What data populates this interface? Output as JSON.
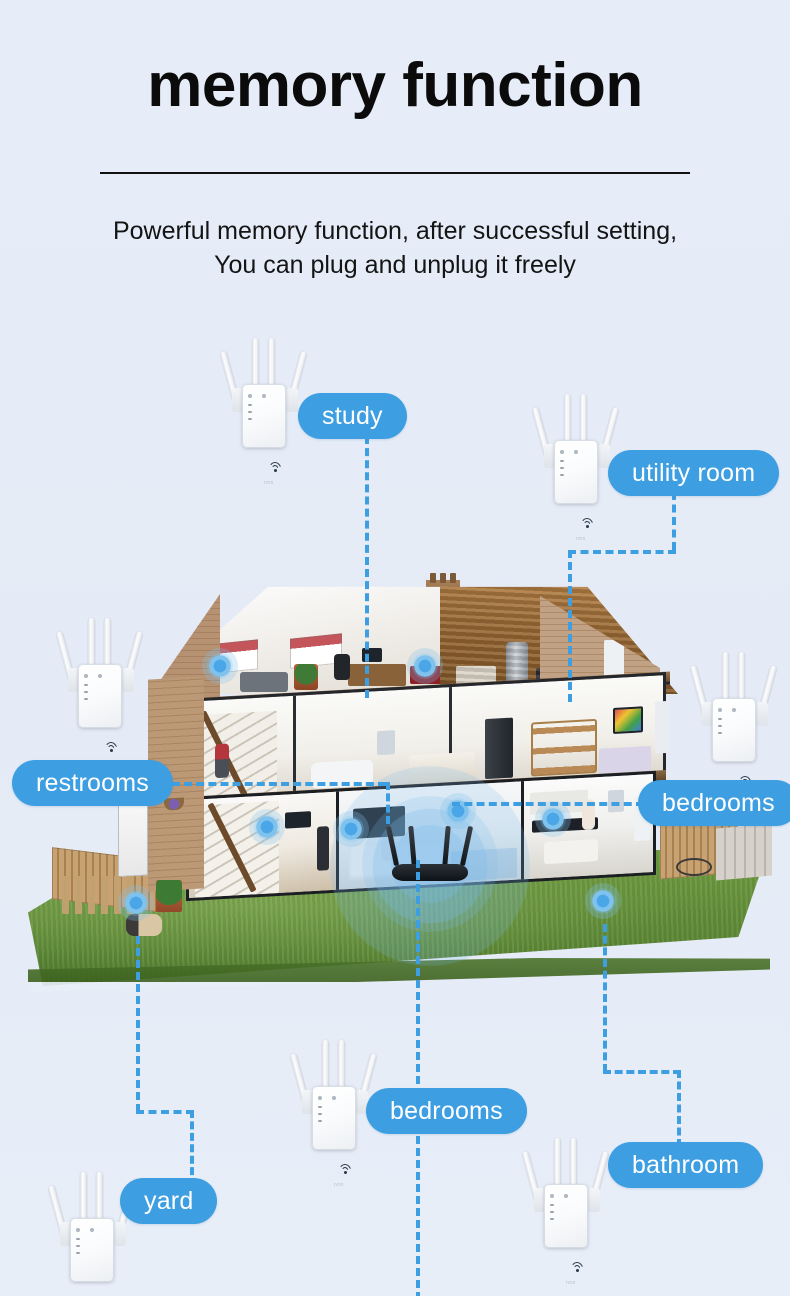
{
  "header": {
    "title": "memory function",
    "subtitle_line1": "Powerful memory function, after successful setting,",
    "subtitle_line2": "You can plug and unplug it freely"
  },
  "theme": {
    "background": "#e6ecf7",
    "pill_blue": "#3d9ee2",
    "dash_blue": "#3d9ee2",
    "title_color": "#0b0b0b",
    "signal_dot": "#4aa6e6"
  },
  "labels": [
    {
      "id": "study",
      "text": "study"
    },
    {
      "id": "utility-room",
      "text": "utility room"
    },
    {
      "id": "restrooms",
      "text": "restrooms"
    },
    {
      "id": "bedrooms-right",
      "text": "bedrooms"
    },
    {
      "id": "bedrooms-bottom",
      "text": "bedrooms"
    },
    {
      "id": "bathroom",
      "text": "bathroom"
    },
    {
      "id": "yard",
      "text": "yard"
    }
  ],
  "devices": [
    {
      "id": "device-study",
      "for": "study"
    },
    {
      "id": "device-utility-room",
      "for": "utility room"
    },
    {
      "id": "device-restrooms",
      "for": "restrooms"
    },
    {
      "id": "device-bedrooms-right",
      "for": "bedrooms"
    },
    {
      "id": "device-bedrooms-bottom",
      "for": "bedrooms"
    },
    {
      "id": "device-bathroom",
      "for": "bathroom"
    },
    {
      "id": "device-yard",
      "for": "yard"
    }
  ],
  "scene": {
    "house_name": "house-cutaway-illustration",
    "router_name": "wifi-router",
    "signal_points": 8
  }
}
